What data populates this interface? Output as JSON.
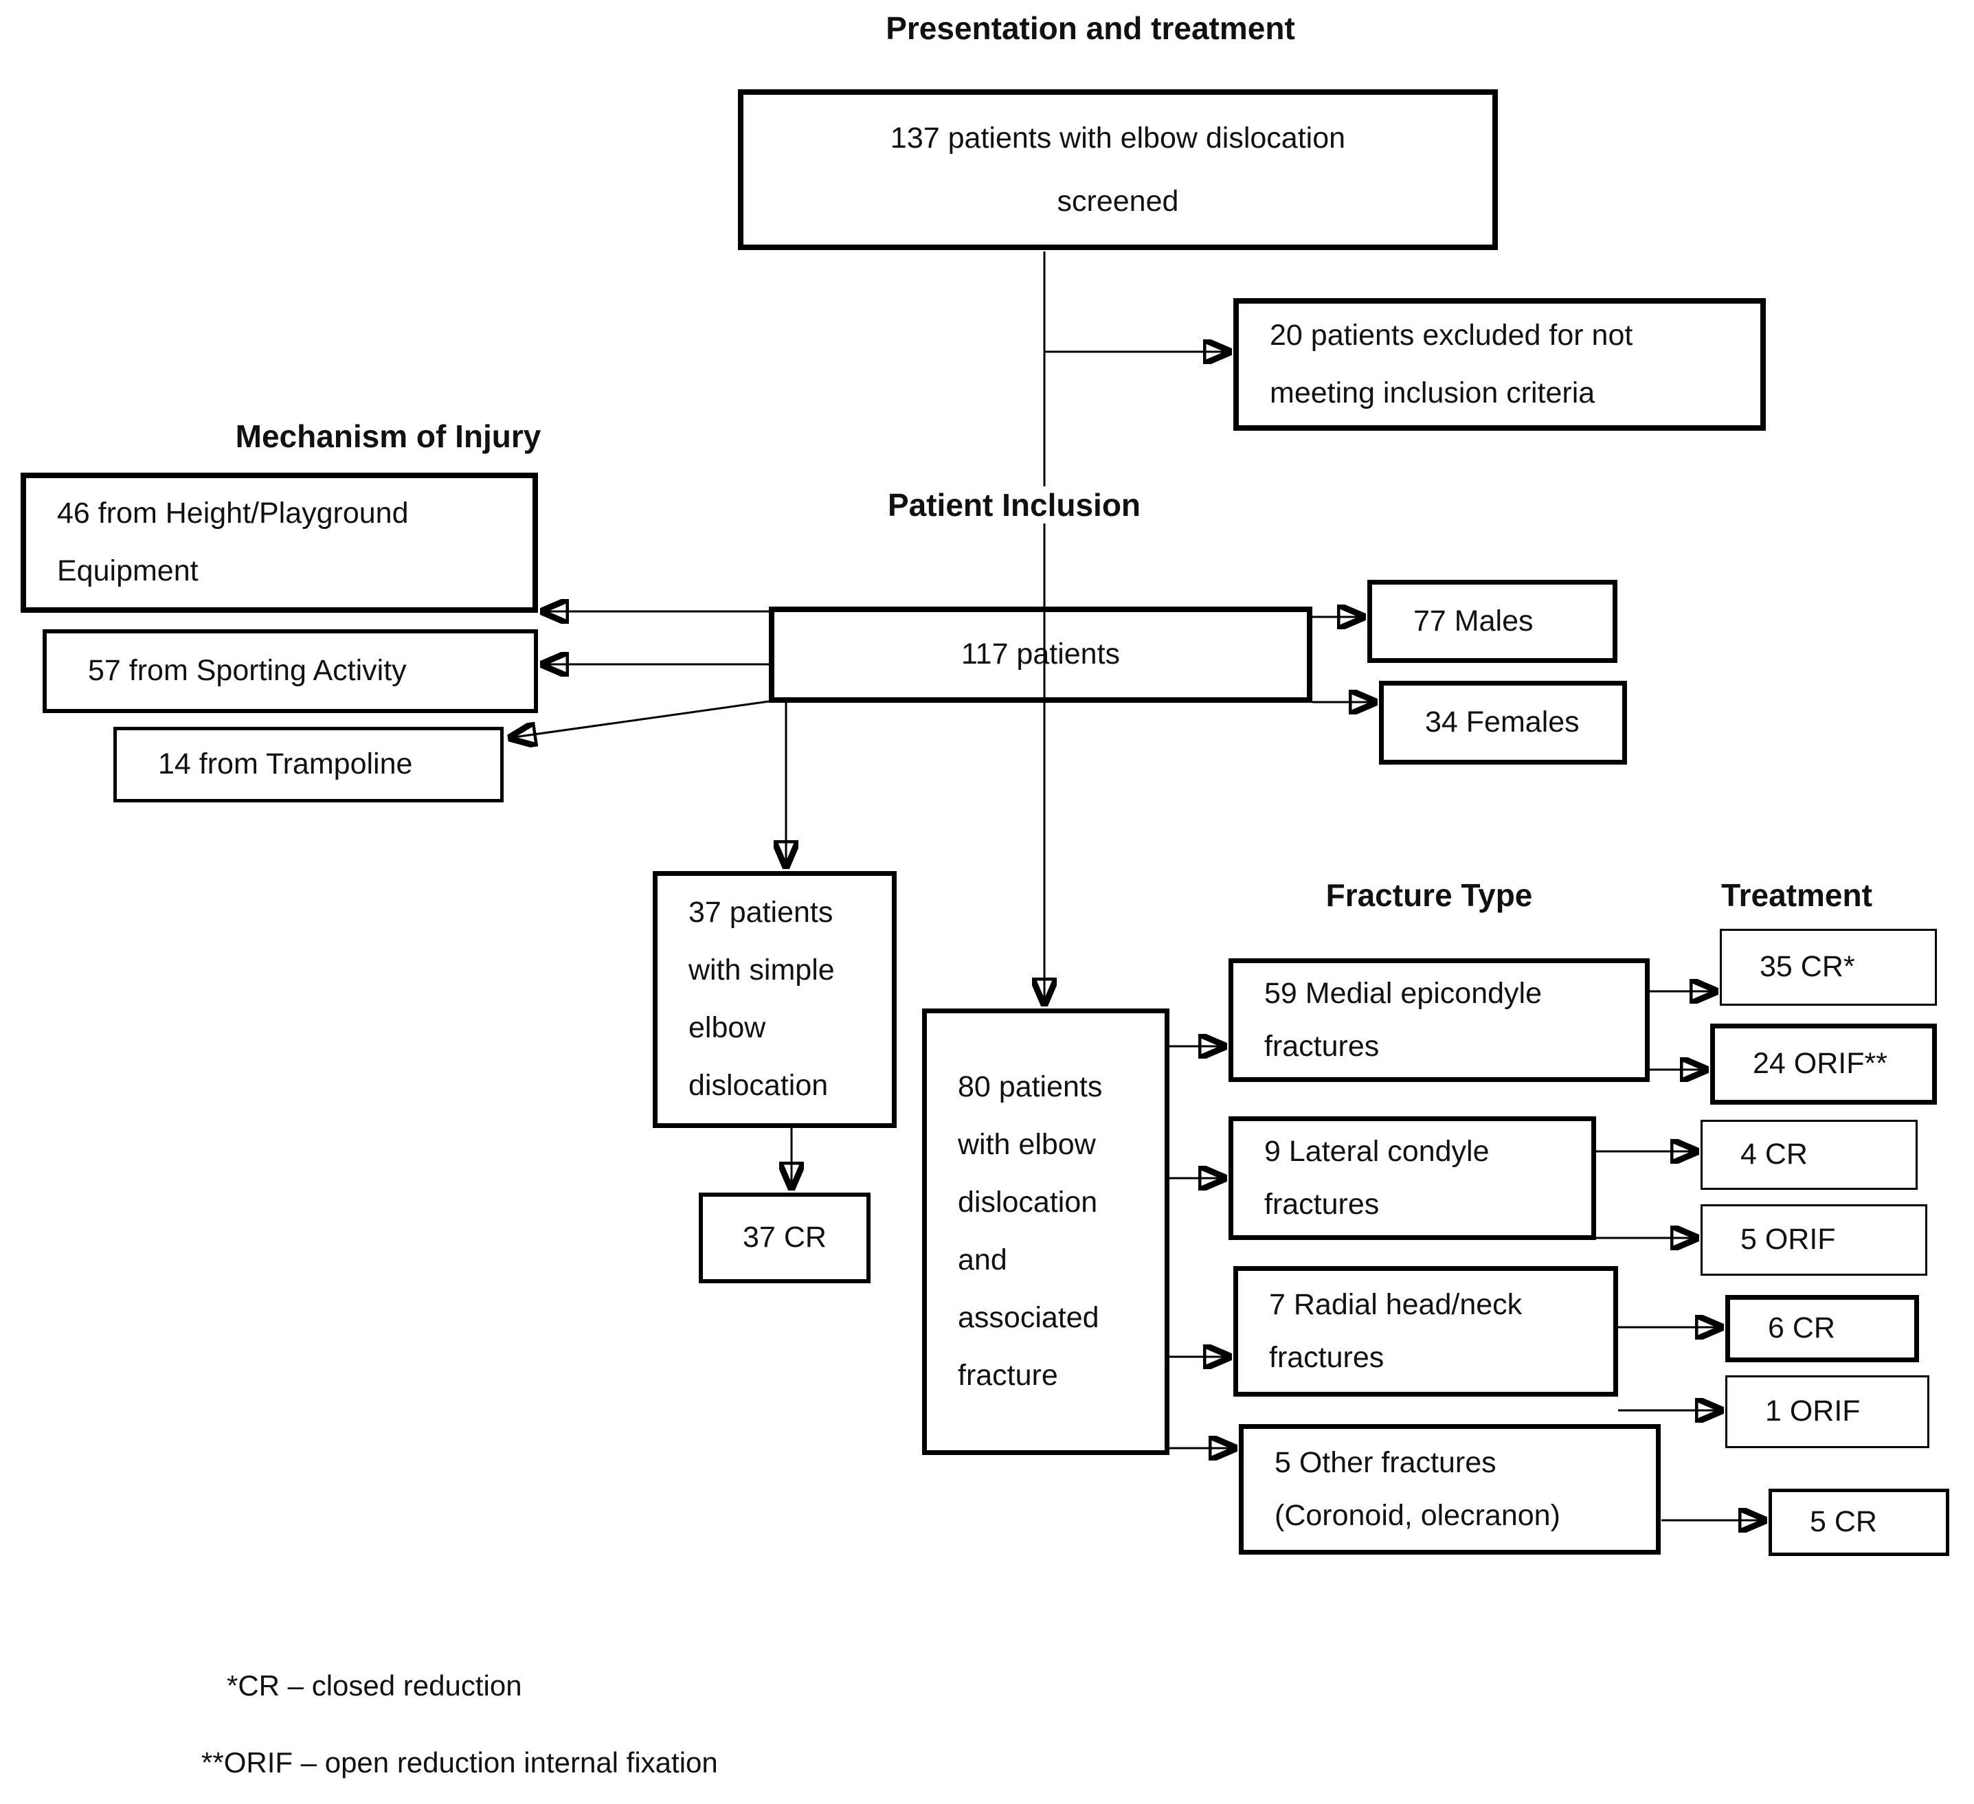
{
  "diagram": {
    "title": "Presentation and treatment",
    "section_labels": {
      "mechanism": "Mechanism of Injury",
      "patient_inclusion": "Patient Inclusion",
      "fracture_type": "Fracture Type",
      "treatment": "Treatment"
    },
    "nodes": {
      "screened": "137 patients with elbow dislocation\nscreened",
      "excluded": "20 patients excluded for not\nmeeting inclusion criteria",
      "mech_height": "46 from Height/Playground\nEquipment",
      "mech_sport": "57 from Sporting Activity",
      "mech_trampoline": "14 from Trampoline",
      "included": "117 patients",
      "males": "77 Males",
      "females": "34 Females",
      "simple_dislocation": "37 patients\nwith simple\nelbow\ndislocation",
      "simple_cr": "37 CR",
      "dislocation_fracture": "80 patients\nwith elbow\ndislocation\nand\nassociated\nfracture",
      "medial_epicondyle": "59 Medial epicondyle\nfractures",
      "medial_cr": "35 CR*",
      "medial_orif": "24 ORIF**",
      "lateral_condyle": "9 Lateral condyle\nfractures",
      "lateral_cr": "4 CR",
      "lateral_orif": "5 ORIF",
      "radial_head_neck": "7 Radial head/neck\nfractures",
      "radial_cr": "6 CR",
      "radial_orif": "1 ORIF",
      "other_fractures": "5 Other fractures\n(Coronoid, olecranon)",
      "other_cr": "5 CR"
    },
    "footnotes": {
      "cr": "*CR – closed reduction",
      "orif": "**ORIF – open reduction internal fixation"
    },
    "colors": {
      "line": "#000000",
      "border": "#000000",
      "background": "#ffffff",
      "text": "#111111"
    }
  }
}
